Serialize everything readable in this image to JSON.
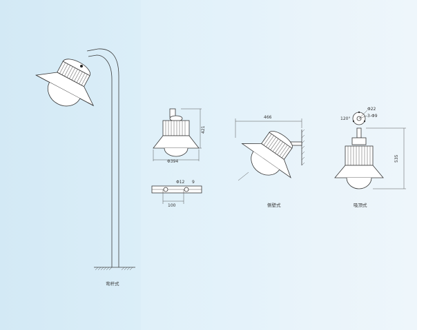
{
  "colors": {
    "panel_1": "#d3e9f5",
    "panel_2": "#dff0f9",
    "panel_3": "#e8f3fa",
    "line": "#3a3a3a"
  },
  "captions": {
    "pole_mount": "弯杆式",
    "wall_mount": "侧壁式",
    "ceiling_mount": "吸顶式"
  },
  "dimensions": {
    "small_height": "421",
    "small_diameter": "Φ394",
    "hole_dia": "Φ12",
    "slot": "9",
    "bolt_spacing": "100",
    "wall_width": "466",
    "ceiling_dia_1": "Φ22",
    "ceiling_holes": "3-Φ9",
    "ceiling_angle": "120°",
    "ceiling_height": "535"
  }
}
